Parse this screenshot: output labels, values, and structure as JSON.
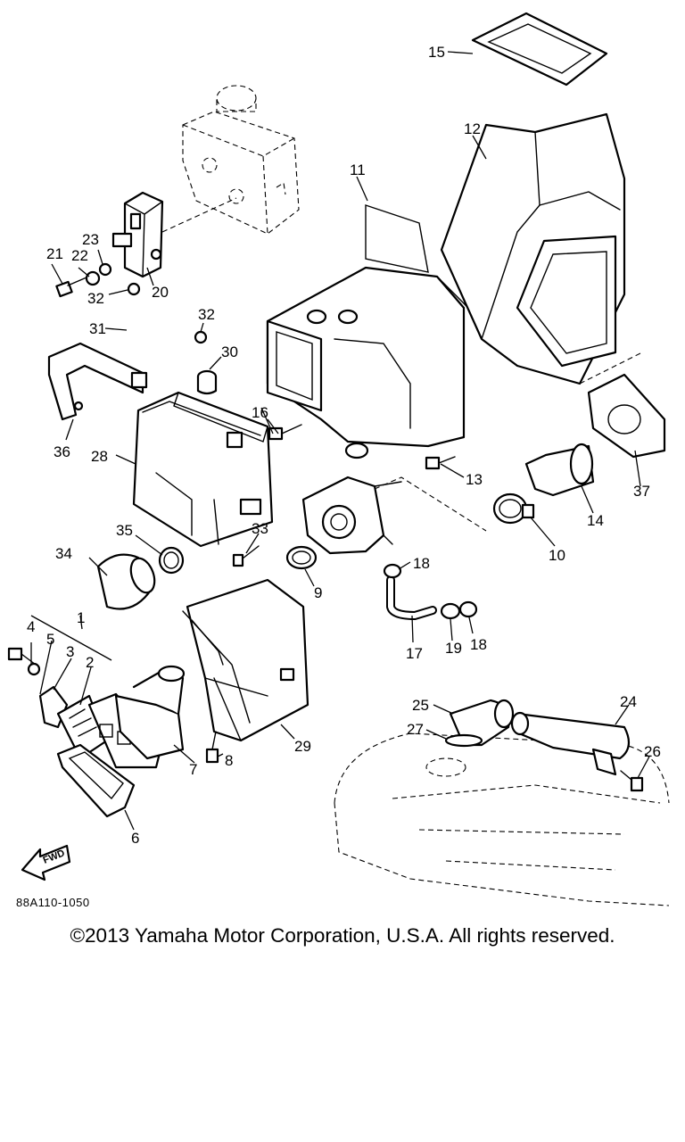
{
  "diagram": {
    "callouts": [
      "1",
      "2",
      "3",
      "4",
      "5",
      "6",
      "7",
      "8",
      "9",
      "10",
      "11",
      "12",
      "13",
      "14",
      "15",
      "16",
      "17",
      "18",
      "18",
      "19",
      "20",
      "21",
      "22",
      "23",
      "24",
      "25",
      "26",
      "27",
      "28",
      "29",
      "30",
      "31",
      "32",
      "32",
      "33",
      "34",
      "35",
      "36",
      "37"
    ],
    "fwd_label": "FWD",
    "drawing_code": "88A110-1050"
  },
  "footer": {
    "copyright": "©2013 Yamaha Motor Corporation, U.S.A. All rights reserved."
  }
}
